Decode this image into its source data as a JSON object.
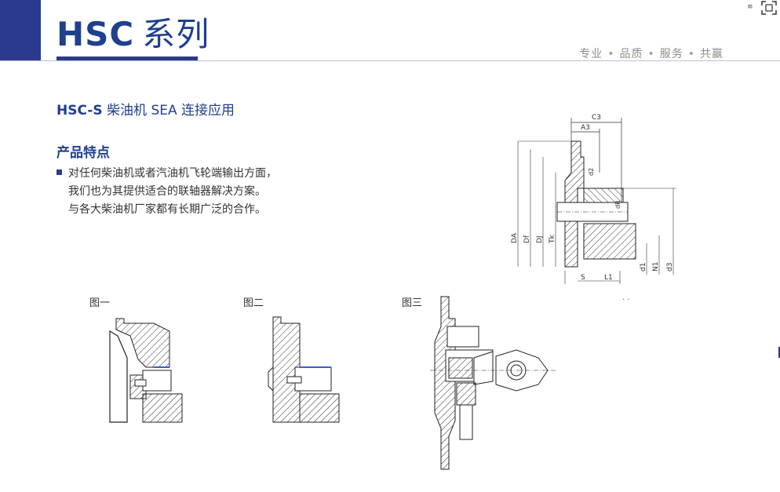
{
  "header": {
    "title_model": "HSC",
    "title_series": "系列",
    "slogan": [
      "专业",
      "品质",
      "服务",
      "共赢"
    ],
    "slogan_separator": "•",
    "brand_color": "#2b3a8f"
  },
  "window_controls": {
    "menu_icon": "menu-icon",
    "expand_icon": "expand-icon"
  },
  "section": {
    "model": "HSC-S",
    "title": "柴油机 SEA 连接应用"
  },
  "features": {
    "heading": "产品特点",
    "lines": [
      "对任何柴油机或者汽油机飞轮端输出方面，",
      "我们也为其提供适合的联轴器解决方案。",
      "与各大柴油机厂家都有长期广泛的合作。"
    ]
  },
  "dimension_drawing": {
    "labels": {
      "c3": "C3",
      "a3": "A3",
      "d2": "d2",
      "dr": "dR",
      "da": "DA",
      "df": "Df",
      "dj": "DJ",
      "tk": "Tk",
      "d1": "d1",
      "n1": "N1",
      "d3": "d3",
      "s": "S",
      "l1": "L1"
    }
  },
  "figures": {
    "fig1": "图一",
    "fig2": "图二",
    "fig3": "图三"
  },
  "misc": {
    "dots": ". ."
  }
}
